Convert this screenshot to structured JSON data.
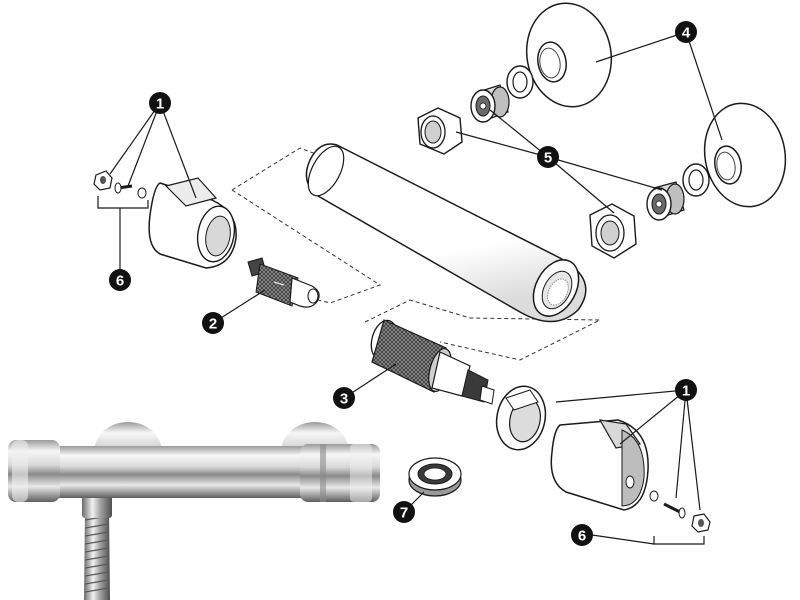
{
  "callouts": [
    {
      "id": "c1a",
      "label": "1"
    },
    {
      "id": "c1b",
      "label": "1"
    },
    {
      "id": "c2",
      "label": "2"
    },
    {
      "id": "c3",
      "label": "3"
    },
    {
      "id": "c4",
      "label": "4"
    },
    {
      "id": "c5",
      "label": "5"
    },
    {
      "id": "c6a",
      "label": "6"
    },
    {
      "id": "c6b",
      "label": "6"
    },
    {
      "id": "c7",
      "label": "7"
    }
  ],
  "colors": {
    "line": "#1a1a1a",
    "fill": "#ffffff",
    "shade": "#c8c8c8",
    "dark": "#555555",
    "chrome_light": "#f4f4f4",
    "chrome_mid": "#b9b9b9",
    "chrome_dark": "#6e6e6e",
    "badge": "#111111"
  },
  "icons": [
    "exploded-parts-diagram",
    "chrome-shower-valve-photo",
    "numbered-callout-badge"
  ]
}
